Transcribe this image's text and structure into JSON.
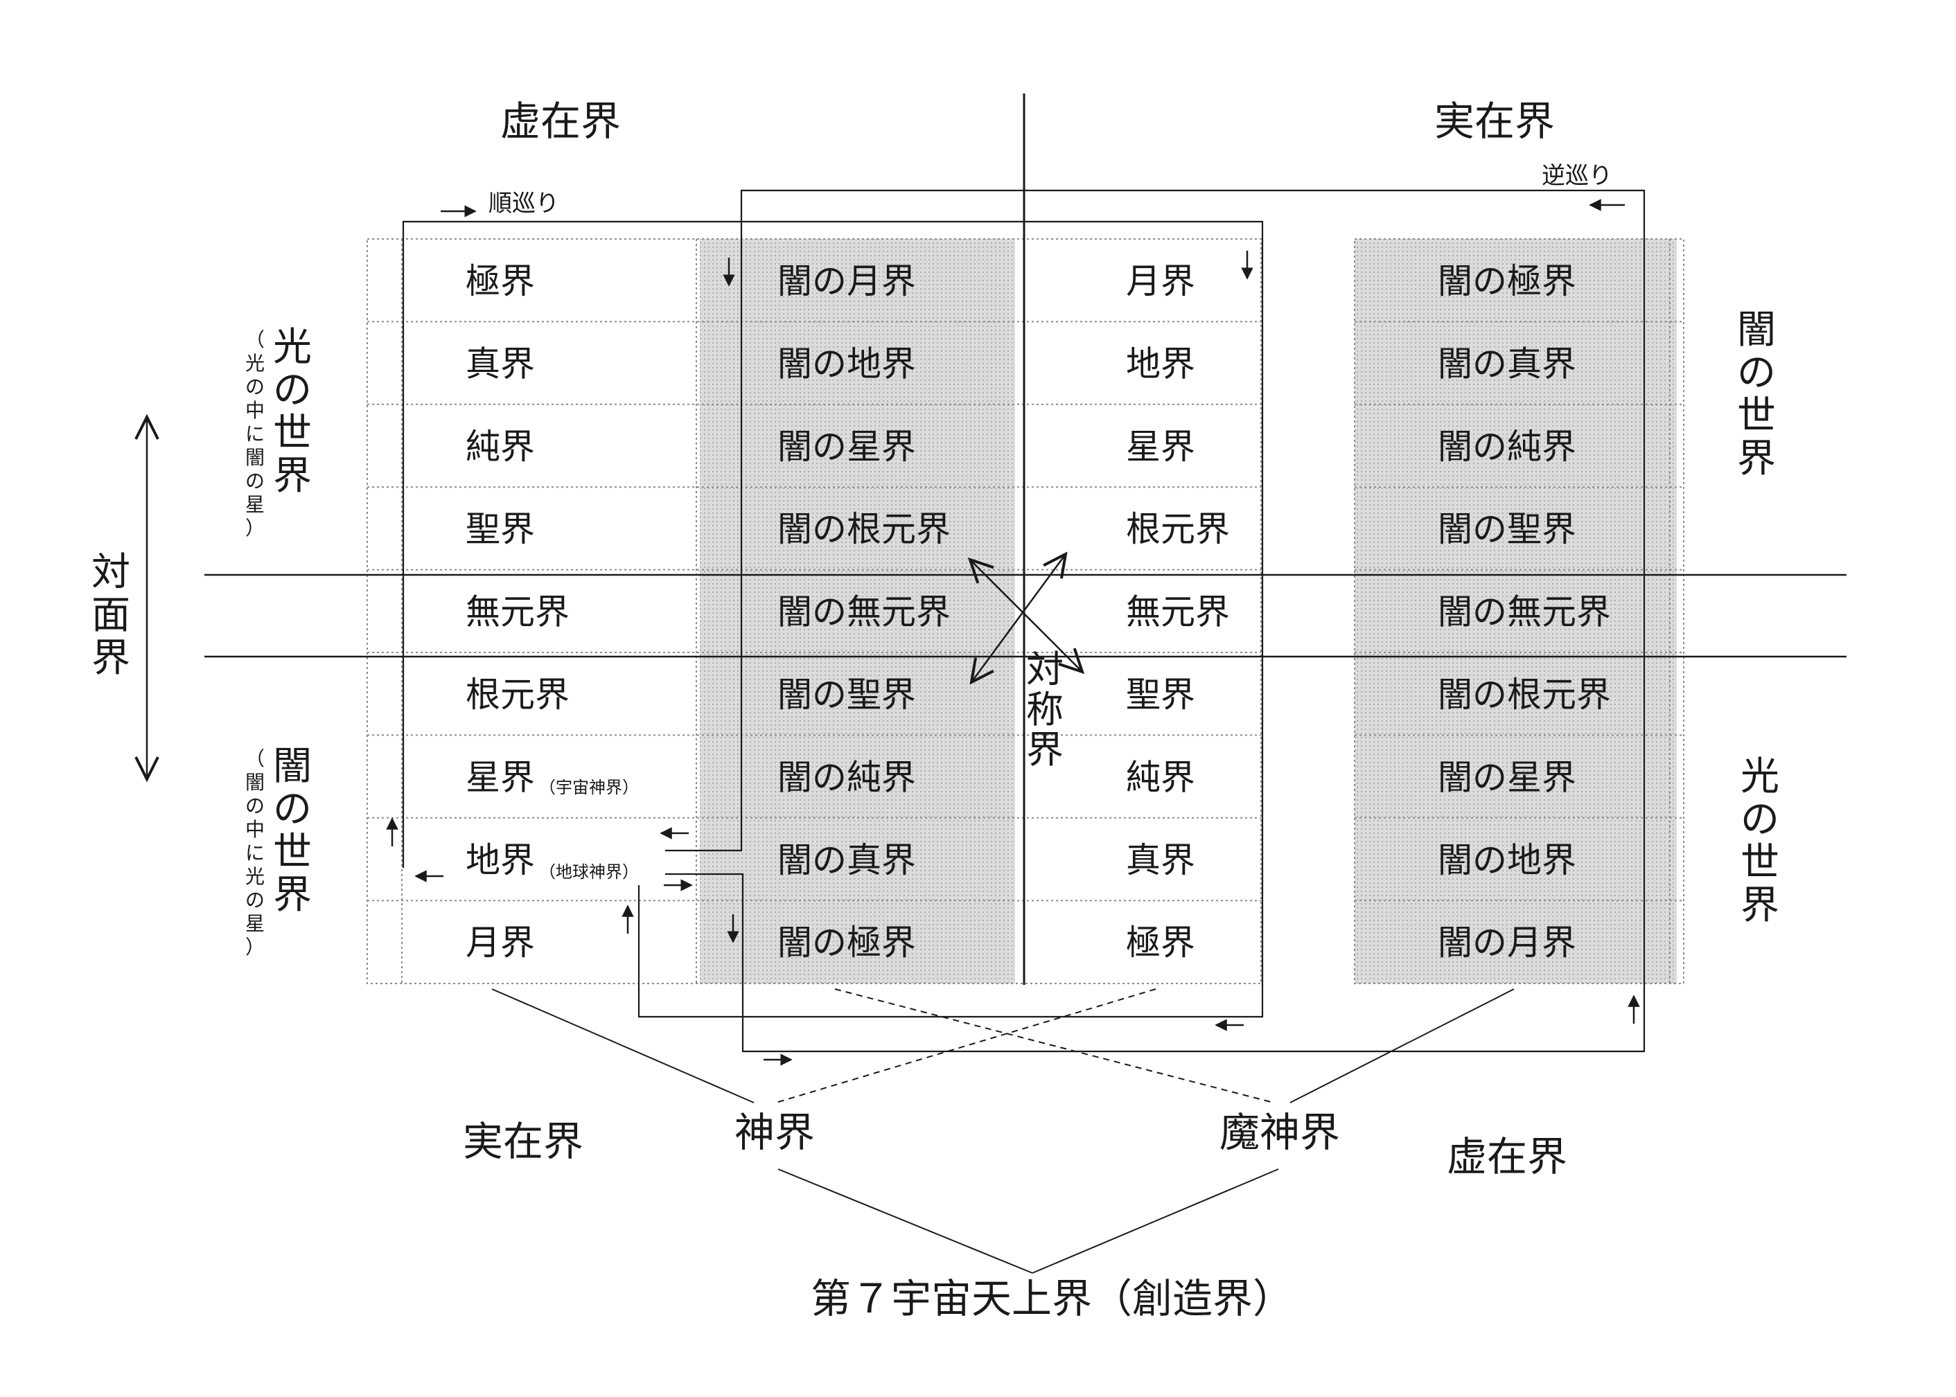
{
  "top": {
    "left_label": "虚在界",
    "right_label": "実在界"
  },
  "circulation": {
    "forward": "順巡り",
    "reverse": "逆巡り"
  },
  "columns": {
    "col1": [
      "極界",
      "真界",
      "純界",
      "聖界",
      "無元界",
      "根元界",
      "星界",
      "地界",
      "月界"
    ],
    "col2": [
      "闇の月界",
      "闇の地界",
      "闇の星界",
      "闇の根元界",
      "闇の無元界",
      "闇の聖界",
      "闇の純界",
      "闇の真界",
      "闇の極界"
    ],
    "col3": [
      "月界",
      "地界",
      "星界",
      "根元界",
      "無元界",
      "聖界",
      "純界",
      "真界",
      "極界"
    ],
    "col4": [
      "闇の極界",
      "闇の真界",
      "闇の純界",
      "闇の聖界",
      "闇の無元界",
      "闇の根元界",
      "闇の星界",
      "闇の地界",
      "闇の月界"
    ]
  },
  "notes": {
    "star_note": "（宇宙神界）",
    "earth_note": "（地球神界）"
  },
  "side": {
    "left_top_main": "光の世界",
    "left_top_sub": "（光の中に闇の星）",
    "left_bottom_main": "闇の世界",
    "left_bottom_sub": "（闇の中に光の星）",
    "facing": "対面界",
    "right_top": "闇の世界",
    "right_bottom": "光の世界",
    "symmetry": "対称界"
  },
  "bottom": {
    "left_label": "実在界",
    "right_label": "虚在界",
    "god_realm": "神界",
    "demon_realm": "魔神界",
    "creation": "第７宇宙天上界（創造界）"
  },
  "colors": {
    "ink": "#1a1a1a",
    "shade": "#d4d4d4",
    "dotted": "#8a8a8a"
  }
}
